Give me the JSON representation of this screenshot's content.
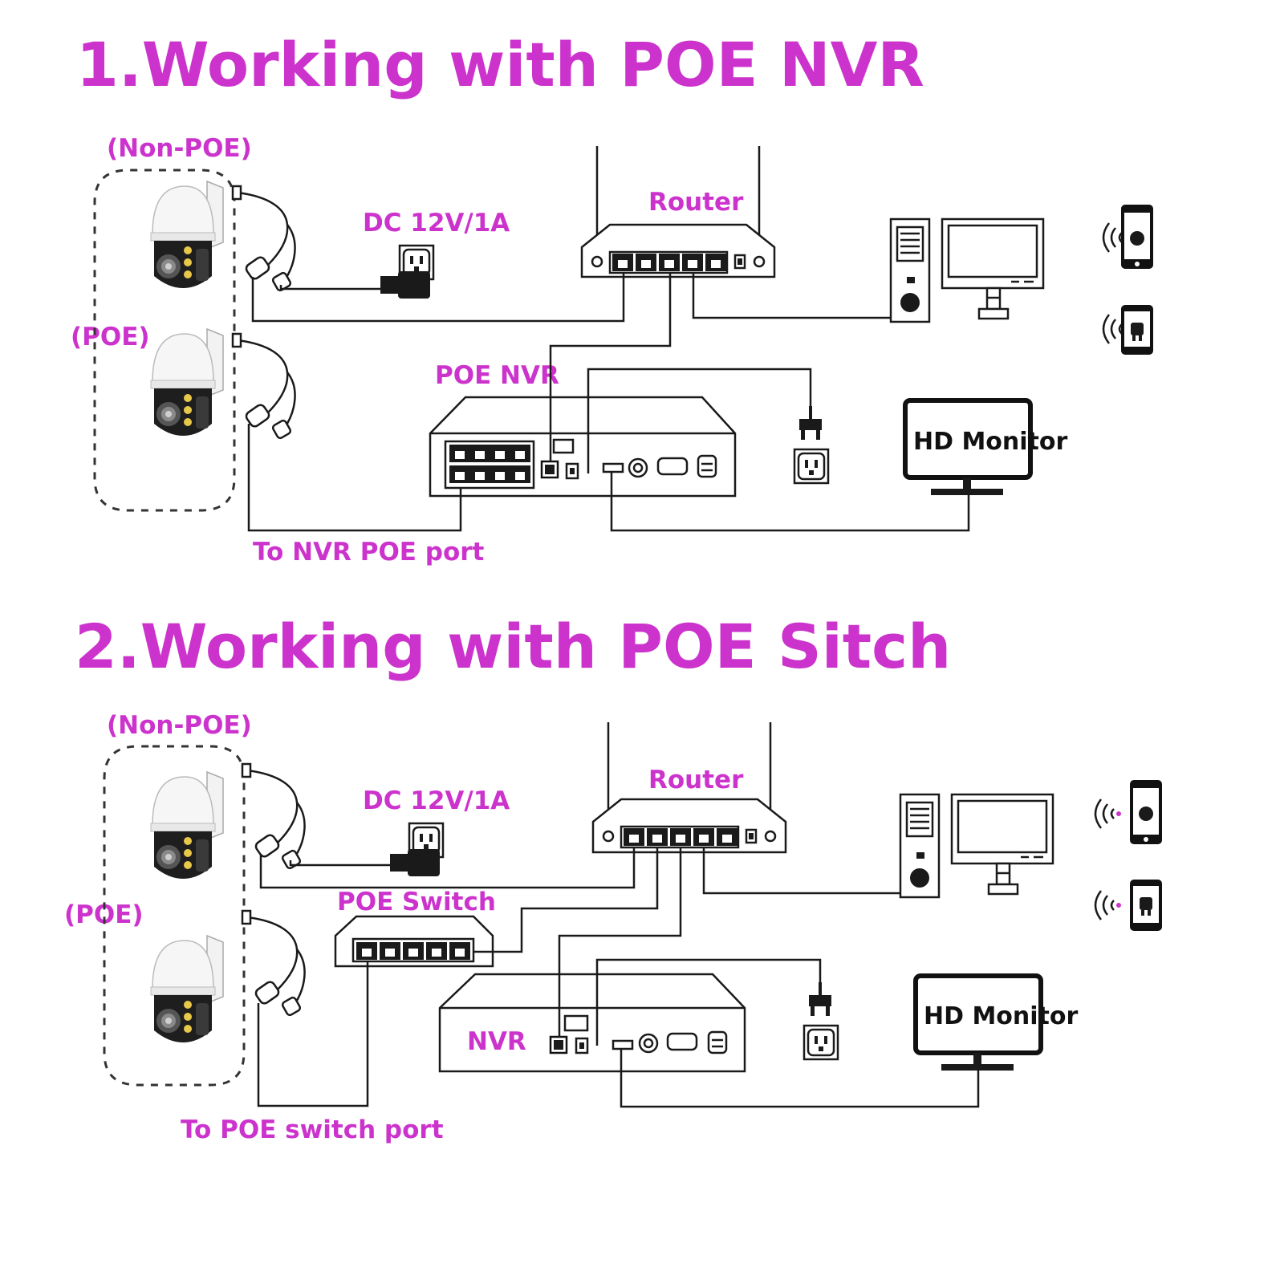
{
  "colors": {
    "accent": "#cc33cc",
    "line": "#1a1a1a"
  },
  "section1": {
    "title": "1.Working with POE NVR",
    "non_poe_label": "(Non-POE)",
    "poe_label": "(POE)",
    "dc_label": "DC 12V/1A",
    "router_label": "Router",
    "nvr_label": "POE NVR",
    "monitor_label": "HD Monitor",
    "port_label": "To NVR POE port"
  },
  "section2": {
    "title": "2.Working with POE Sitch",
    "non_poe_label": "(Non-POE)",
    "poe_label": "(POE)",
    "dc_label": "DC 12V/1A",
    "router_label": "Router",
    "switch_label": "POE Switch",
    "nvr_label": "NVR",
    "monitor_label": "HD Monitor",
    "port_label": "To POE switch port"
  },
  "icons": [
    "ptz-camera-icon",
    "power-outlet-icon",
    "power-adapter-icon",
    "router-icon",
    "desktop-computer-icon",
    "iphone-icon",
    "android-phone-icon",
    "wifi-signal-icon",
    "power-plug-icon",
    "monitor-icon",
    "switch-icon",
    "nvr-icon"
  ]
}
